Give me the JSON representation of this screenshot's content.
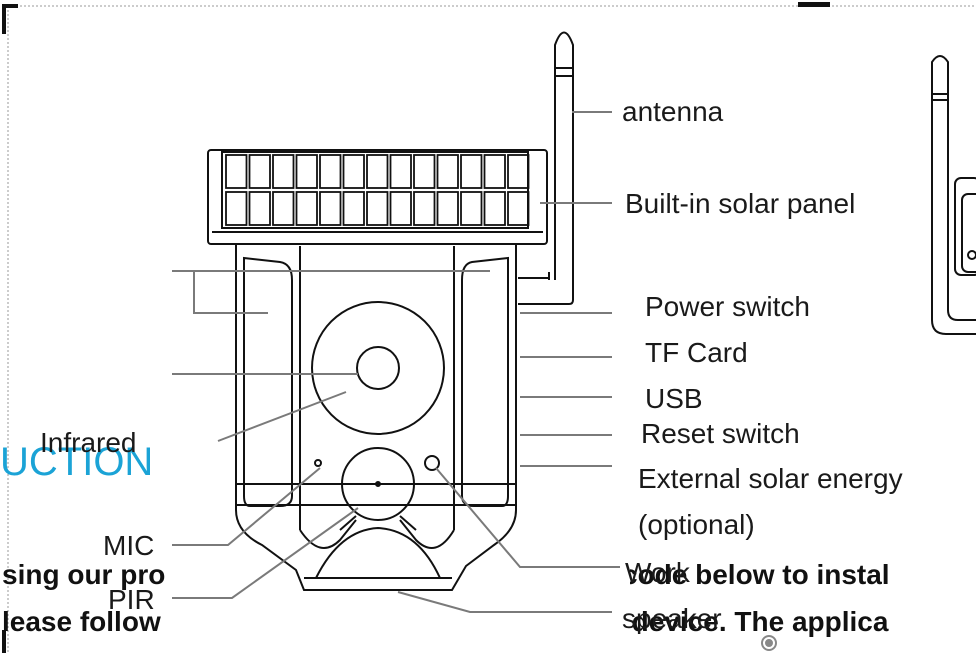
{
  "labels": {
    "antenna": "antenna",
    "solar_panel": "Built-in solar panel",
    "power_switch": "Power switch",
    "tf_card": "TF Card",
    "usb": "USB",
    "reset_switch": "Reset switch",
    "external_solar_line1": "External solar energy",
    "external_solar_line2": "(optional)",
    "infrared": "Infrared",
    "mic": "MIC",
    "pir": "PIR",
    "work": "Work",
    "speaker": "speaker"
  },
  "background_text": {
    "heading_fragment": "UCTION",
    "line1_left": "sing our pro",
    "line1_right": "code below to instal",
    "line2_left": "lease follow",
    "line2_right": "r device. The applica"
  },
  "colors": {
    "heading_blue": "#1ba3d6",
    "line_gray": "#7a7a7a",
    "ink": "#1a1a1a"
  }
}
